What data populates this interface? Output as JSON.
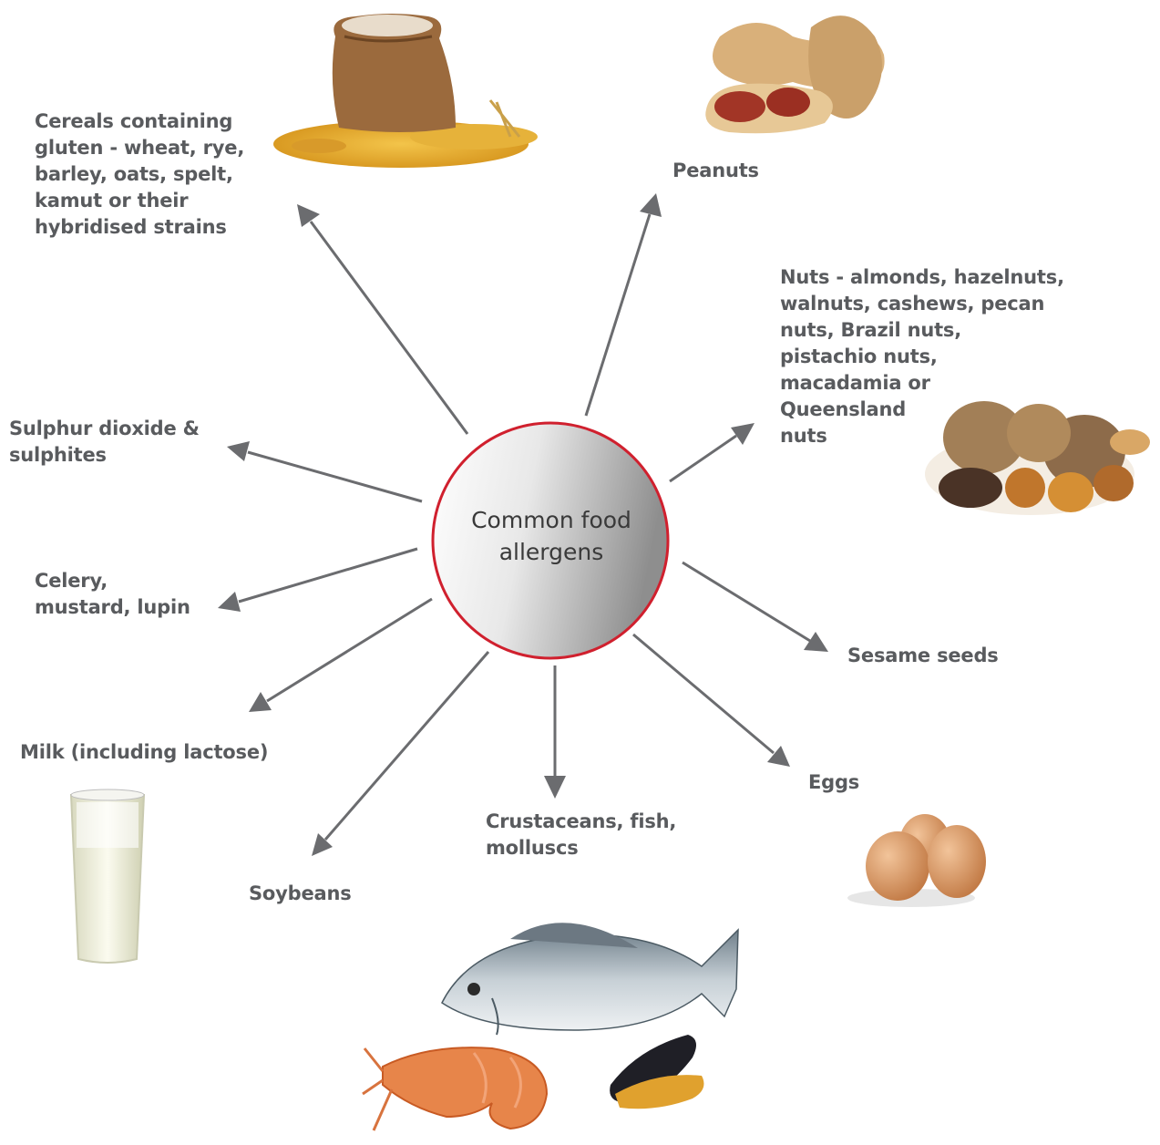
{
  "center": {
    "label_line1": "Common food",
    "label_line2": "allergens"
  },
  "allergens": {
    "cereals": [
      "Cereals containing",
      "gluten - wheat, rye,",
      "barley, oats, spelt,",
      "kamut or their",
      "hybridised strains"
    ],
    "peanuts": [
      "Peanuts"
    ],
    "nuts": [
      "Nuts - almonds, hazelnuts,",
      "walnuts, cashews, pecan",
      "nuts, Brazil nuts,",
      "pistachio nuts,",
      "macadamia or",
      "Queensland",
      "nuts"
    ],
    "sulphur": [
      "Sulphur dioxide &",
      "sulphites"
    ],
    "celery": [
      "Celery,",
      "mustard, lupin"
    ],
    "sesame": [
      "Sesame seeds"
    ],
    "milk": [
      "Milk (including lactose)"
    ],
    "eggs": [
      "Eggs"
    ],
    "crustaceans": [
      "Crustaceans, fish,",
      "molluscs"
    ],
    "soybeans": [
      "Soybeans"
    ]
  },
  "colors": {
    "arrow": "#6b6c6f",
    "circle_border": "#d0202e",
    "label": "#595b5e"
  },
  "images": [
    "grain-sack-image",
    "peanuts-image",
    "mixed-nuts-image",
    "milk-glass-image",
    "eggs-image",
    "fish-image",
    "shrimp-image",
    "mussel-image"
  ]
}
